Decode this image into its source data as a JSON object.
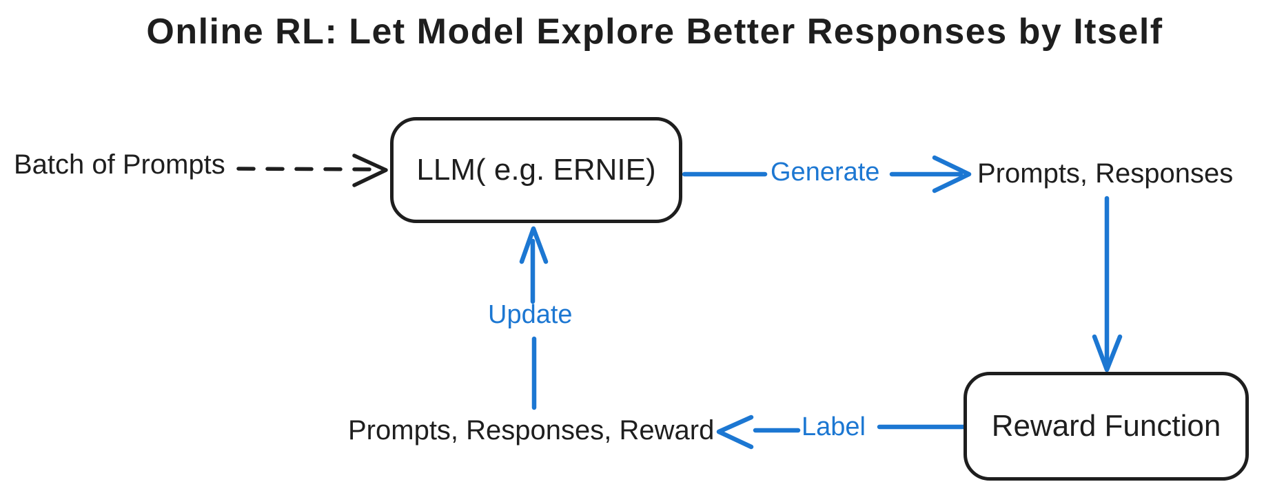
{
  "title": "Online RL: Let Model Explore Better Responses by Itself",
  "colors": {
    "ink": "#1e1e1e",
    "accent_blue": "#1c77d2",
    "background": "#ffffff"
  },
  "nodes": {
    "batch_of_prompts": {
      "label": "Batch of Prompts",
      "kind": "text"
    },
    "llm": {
      "label": "LLM( e.g. ERNIE)",
      "kind": "box"
    },
    "prompts_responses": {
      "label": "Prompts, Responses",
      "kind": "text"
    },
    "reward_function": {
      "label": "Reward Function",
      "kind": "box"
    },
    "prompts_responses_reward": {
      "label": "Prompts, Responses, Reward",
      "kind": "text"
    }
  },
  "edges": {
    "batch_to_llm": {
      "label": "",
      "from": "batch_of_prompts",
      "to": "llm",
      "style": "dashed",
      "color": "#1e1e1e"
    },
    "generate": {
      "label": "Generate",
      "from": "llm",
      "to": "prompts_responses",
      "style": "solid",
      "color": "#1c77d2"
    },
    "responses_to_reward": {
      "label": "",
      "from": "prompts_responses",
      "to": "reward_function",
      "style": "solid",
      "color": "#1c77d2"
    },
    "label": {
      "label": "Label",
      "from": "reward_function",
      "to": "prompts_responses_reward",
      "style": "solid",
      "color": "#1c77d2"
    },
    "update": {
      "label": "Update",
      "from": "prompts_responses_reward",
      "to": "llm",
      "style": "solid",
      "color": "#1c77d2"
    }
  }
}
